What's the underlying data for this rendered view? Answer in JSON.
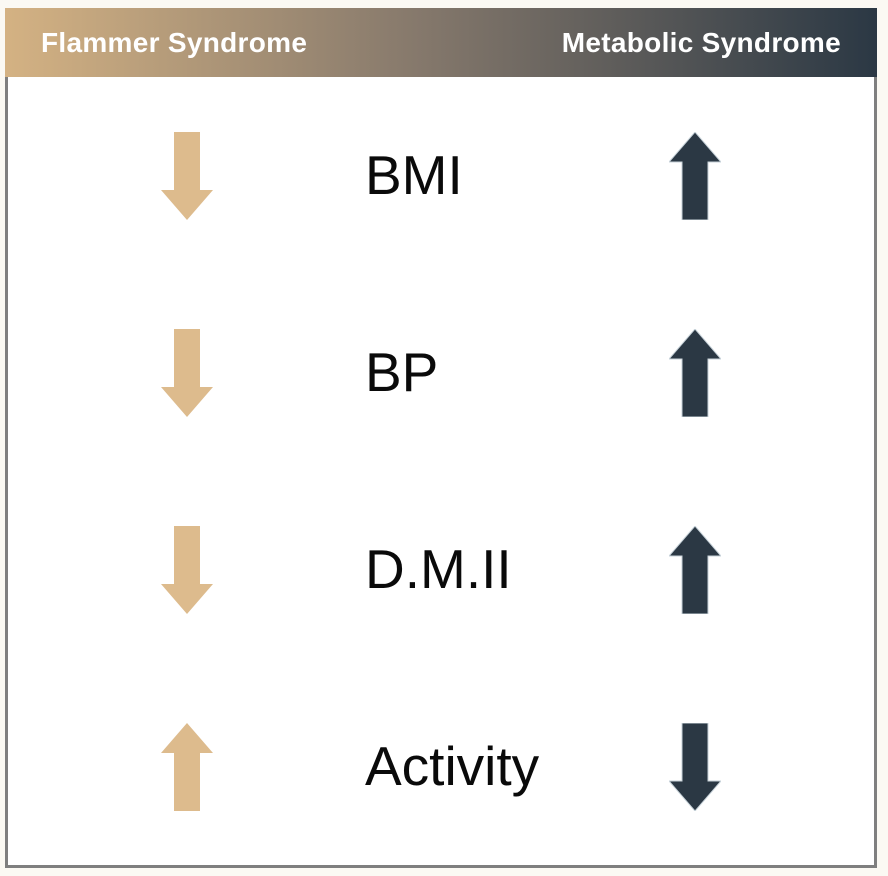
{
  "header": {
    "left_label": "Flammer Syndrome",
    "right_label": "Metabolic Syndrome",
    "gradient": {
      "left": "#d4b283",
      "mid": "#86796c",
      "right": "#2b3844"
    }
  },
  "colors": {
    "page_bg": "#fbf9f3",
    "panel_bg": "#ffffff",
    "border": "#7f7f7f",
    "header_text": "#ffffff",
    "label_text": "#0a0a0a",
    "flammer_arrow": "#ddbb8d",
    "metabolic_arrow": "#2b3844"
  },
  "rows": [
    {
      "label": "BMI",
      "flammer": "down",
      "metabolic": "up"
    },
    {
      "label": "BP",
      "flammer": "down",
      "metabolic": "up"
    },
    {
      "label": "D.M.II",
      "flammer": "down",
      "metabolic": "up"
    },
    {
      "label": "Activity",
      "flammer": "up",
      "metabolic": "down"
    }
  ]
}
